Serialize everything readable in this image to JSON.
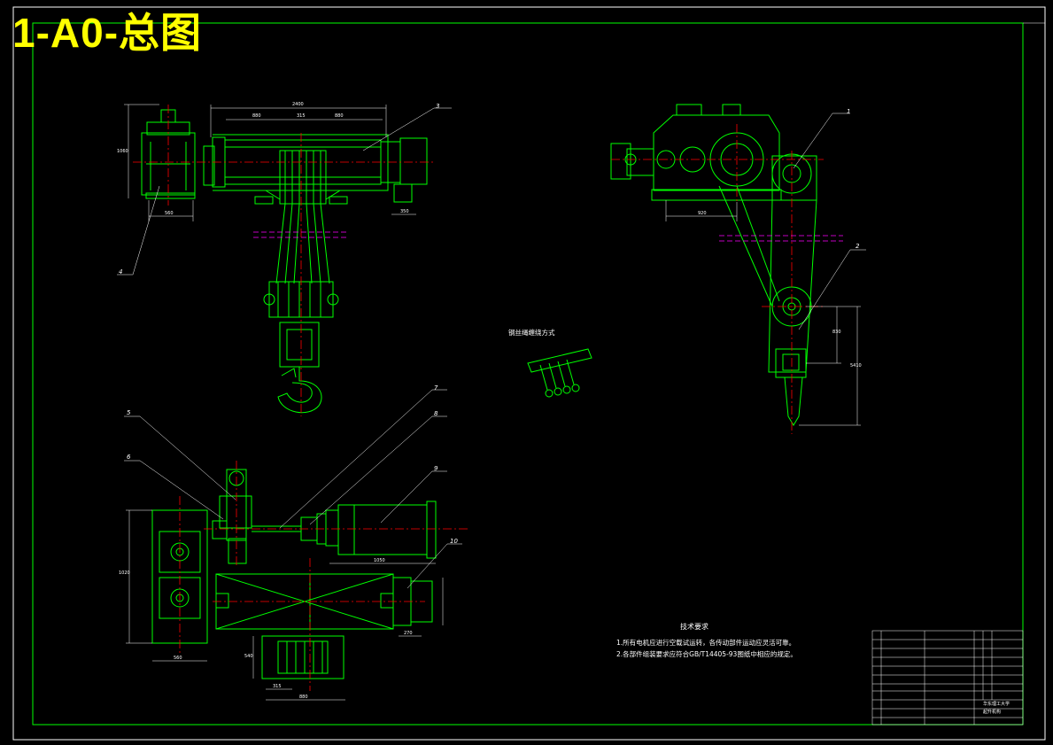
{
  "header": {
    "title": "1-A0-总图"
  },
  "detail": {
    "label": "钢丝绳缠绕方式"
  },
  "notes": {
    "title": "技术要求",
    "items": [
      "1.所有电机应进行空载试运转，各传动部件运动应灵活可靠。",
      "2.各部件组装要求应符合GB/T14405-93图纸中相应的规定。"
    ]
  },
  "balloons": [
    "1",
    "2",
    "3",
    "4",
    "5",
    "6",
    "7",
    "8",
    "9",
    "10"
  ],
  "dimensions": {
    "d_top_overall": "2400",
    "d_top_left": "880",
    "d_top_mid": "315",
    "d_top_right": "880",
    "d_top_left_h": "1060",
    "d_top_left_w": "560",
    "d_top_motor": "350",
    "d_right_w": "920",
    "d_right_v1": "830",
    "d_right_v2": "5410",
    "d_bot_motor": "1050",
    "d_bot_left_w": "560",
    "d_bot_left_h": "1020",
    "d_bot_drum_w": "880",
    "d_bot_drum_x": "315",
    "d_bot_drum_h": "540",
    "d_bot_brk": "270"
  },
  "title_block": {
    "school": "华东理工大学",
    "drawing": "起升机构"
  },
  "colors": {
    "frame": "#00ff00",
    "part": "#00ff00",
    "centerline": "#ff0000",
    "hidden": "#ff00ff",
    "title": "#ffff00",
    "text": "#ffffff"
  }
}
